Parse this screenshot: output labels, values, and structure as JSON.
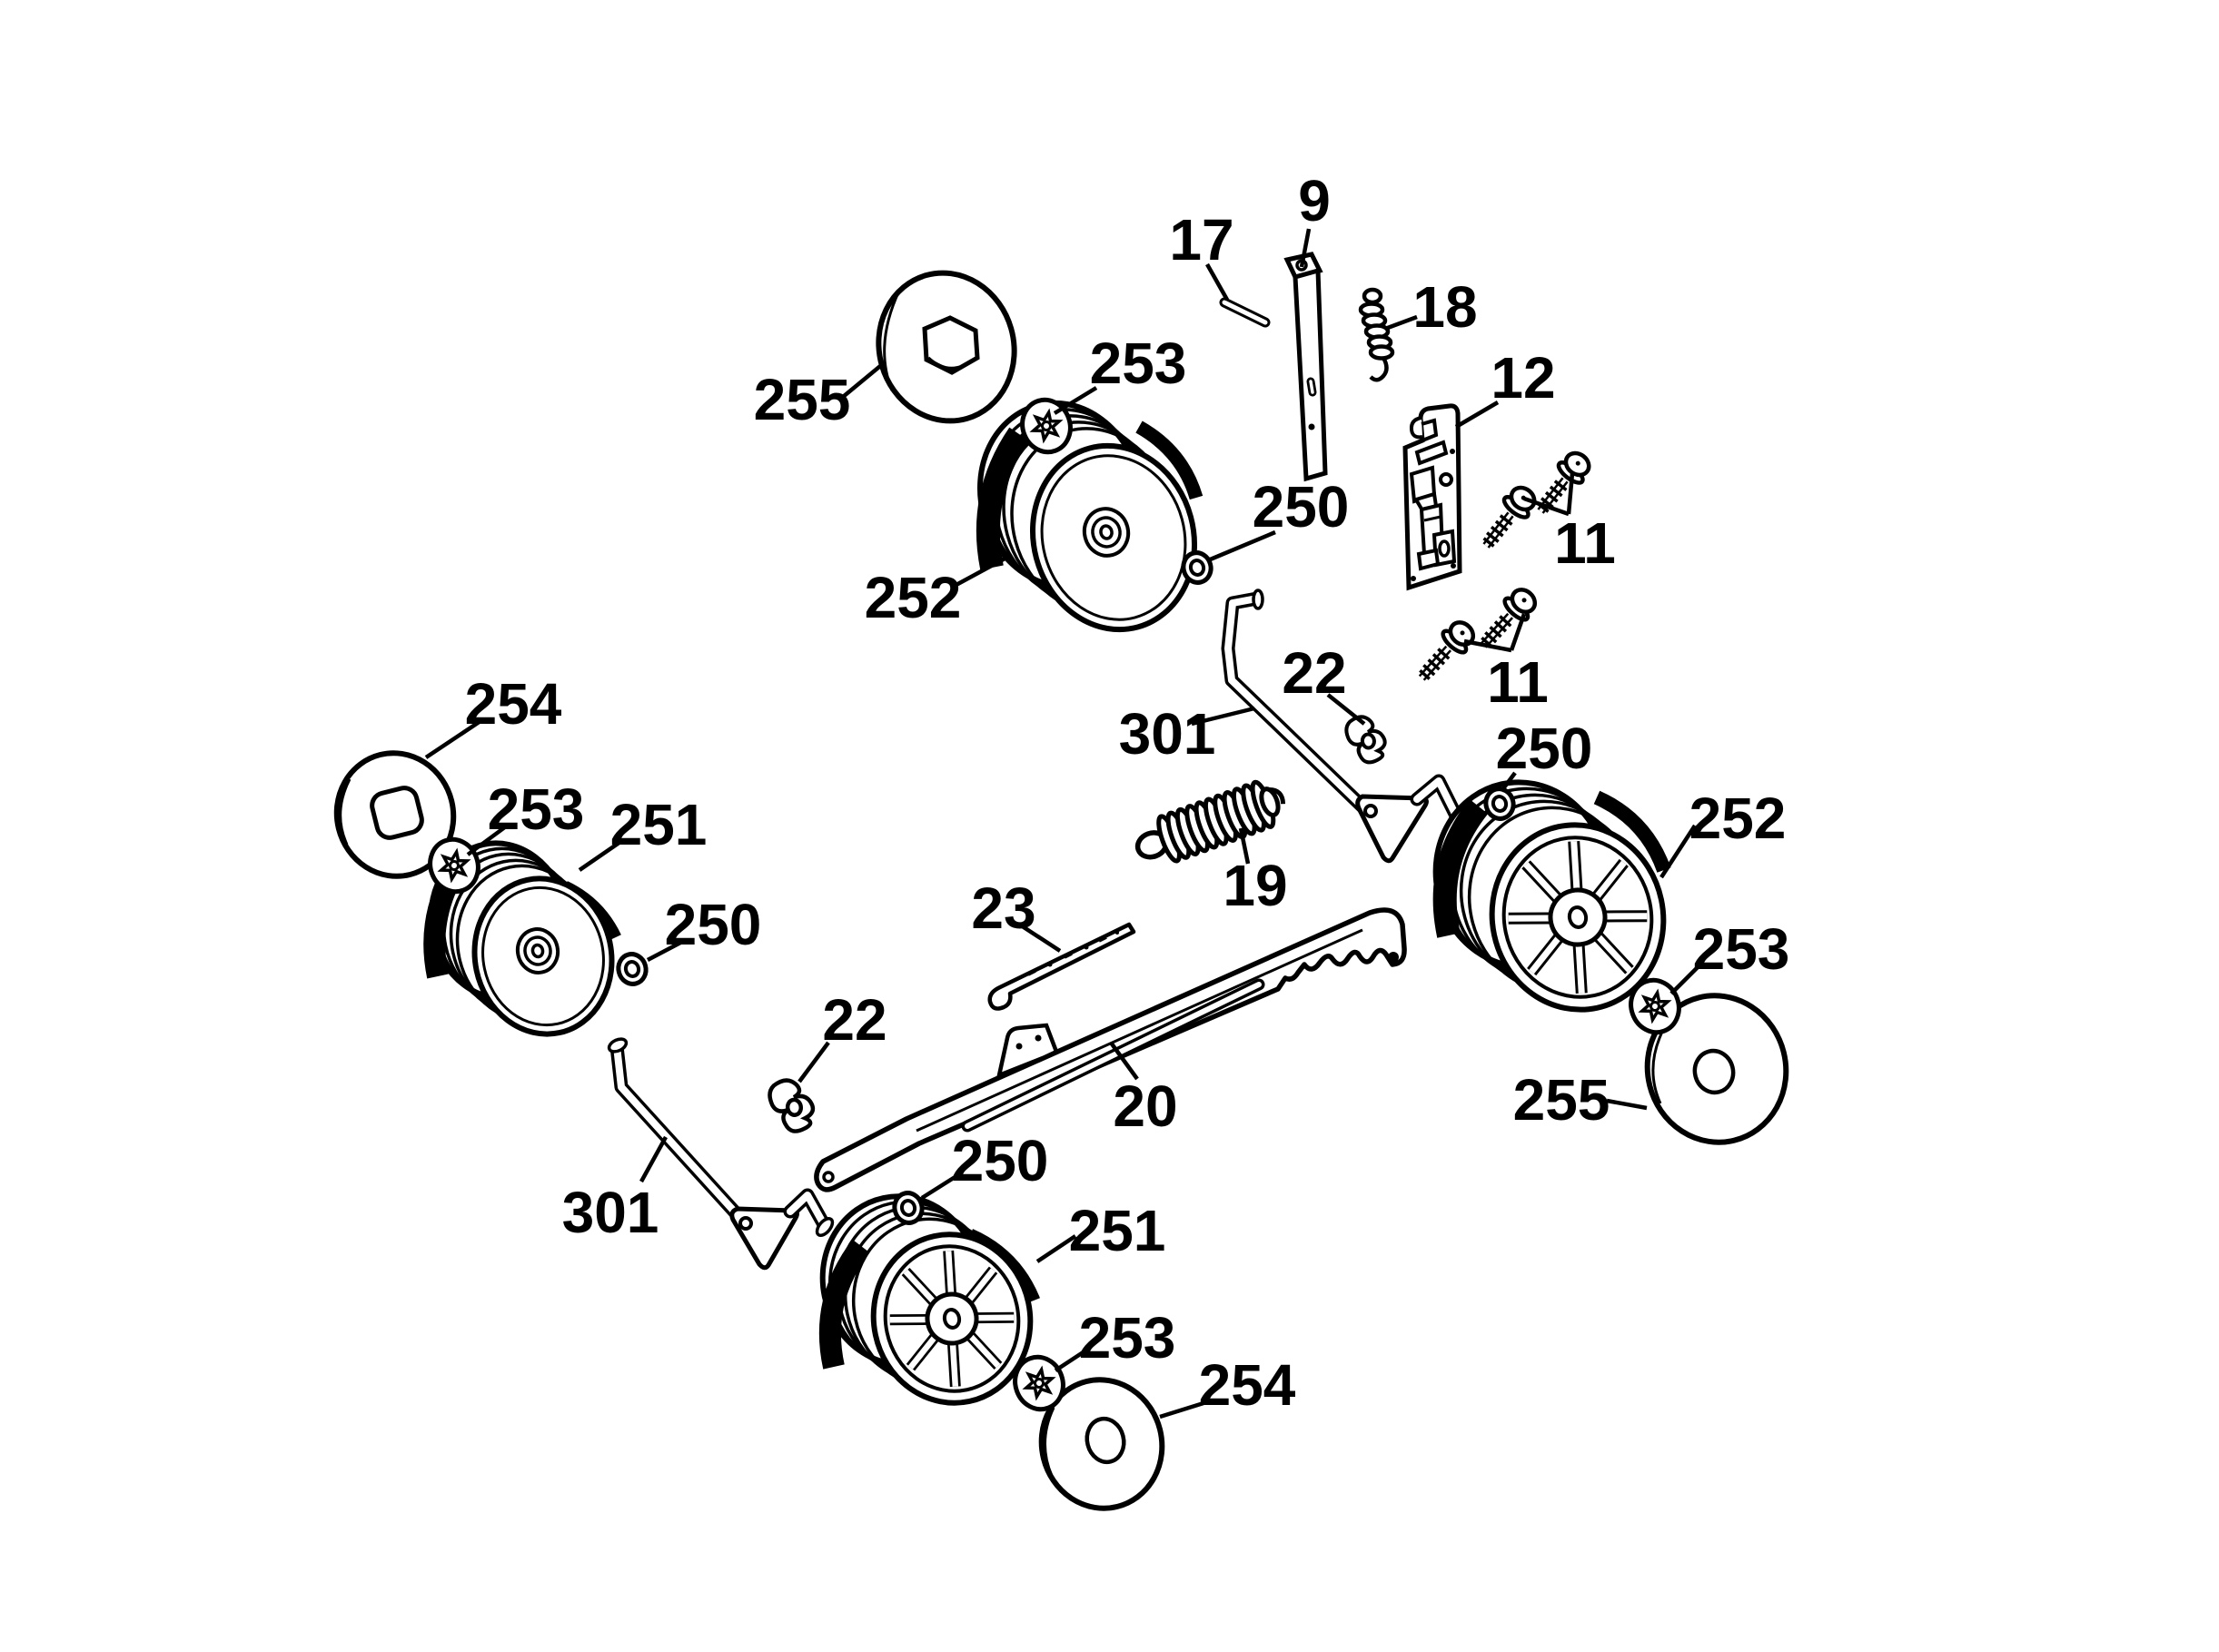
{
  "colors": {
    "ink": "#000000",
    "paper": "#ffffff"
  },
  "callouts": {
    "c9": "9",
    "c17": "17",
    "c18": "18",
    "c12": "12",
    "c11a": "11",
    "c11b": "11",
    "c255a": "255",
    "c253a": "253",
    "c250a": "250",
    "c252a": "252",
    "c254a": "254",
    "c253b": "253",
    "c251a": "251",
    "c250b": "250",
    "c22a": "22",
    "c301a": "301",
    "c250c": "250",
    "c252b": "252",
    "c19": "19",
    "c23": "23",
    "c253c": "253",
    "c255b": "255",
    "c22b": "22",
    "c20": "20",
    "c250d": "250",
    "c301b": "301",
    "c251b": "251",
    "c253d": "253",
    "c254b": "254"
  }
}
